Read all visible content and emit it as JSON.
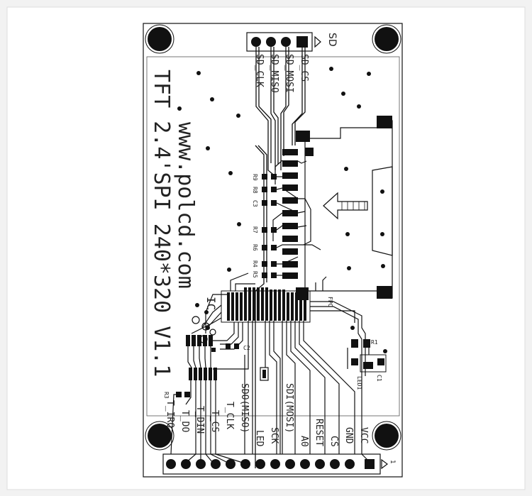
{
  "board": {
    "silk_main": "TFT 2.4'SPI 240*320 V1.1",
    "silk_url": "www.polcd.com",
    "sd_header": "SD",
    "sd_pins": [
      "SD_CS",
      "SD_MOSI",
      "SD_MISO",
      "SD_CLK"
    ],
    "refdes": [
      "R9",
      "R8",
      "C3",
      "R7",
      "R6",
      "R4",
      "R5",
      "R1",
      "C1",
      "C2",
      "R3",
      "LED1",
      "FPC"
    ],
    "ic_label": "IC",
    "bottom_labels": [
      "T_IRQ",
      "T_DO",
      "T_DIN",
      "T_CS",
      "T_CLK",
      "SDO(MISO)",
      "LED",
      "SCK",
      "SDI(MOSI)",
      "A0",
      "RESET",
      "CS",
      "GND",
      "VCC"
    ],
    "pin1_mark": "1",
    "colors": {
      "background": "#f2f2f2",
      "board_fill": "#ffffff",
      "copper": "#111111",
      "silk": "#222222"
    }
  }
}
